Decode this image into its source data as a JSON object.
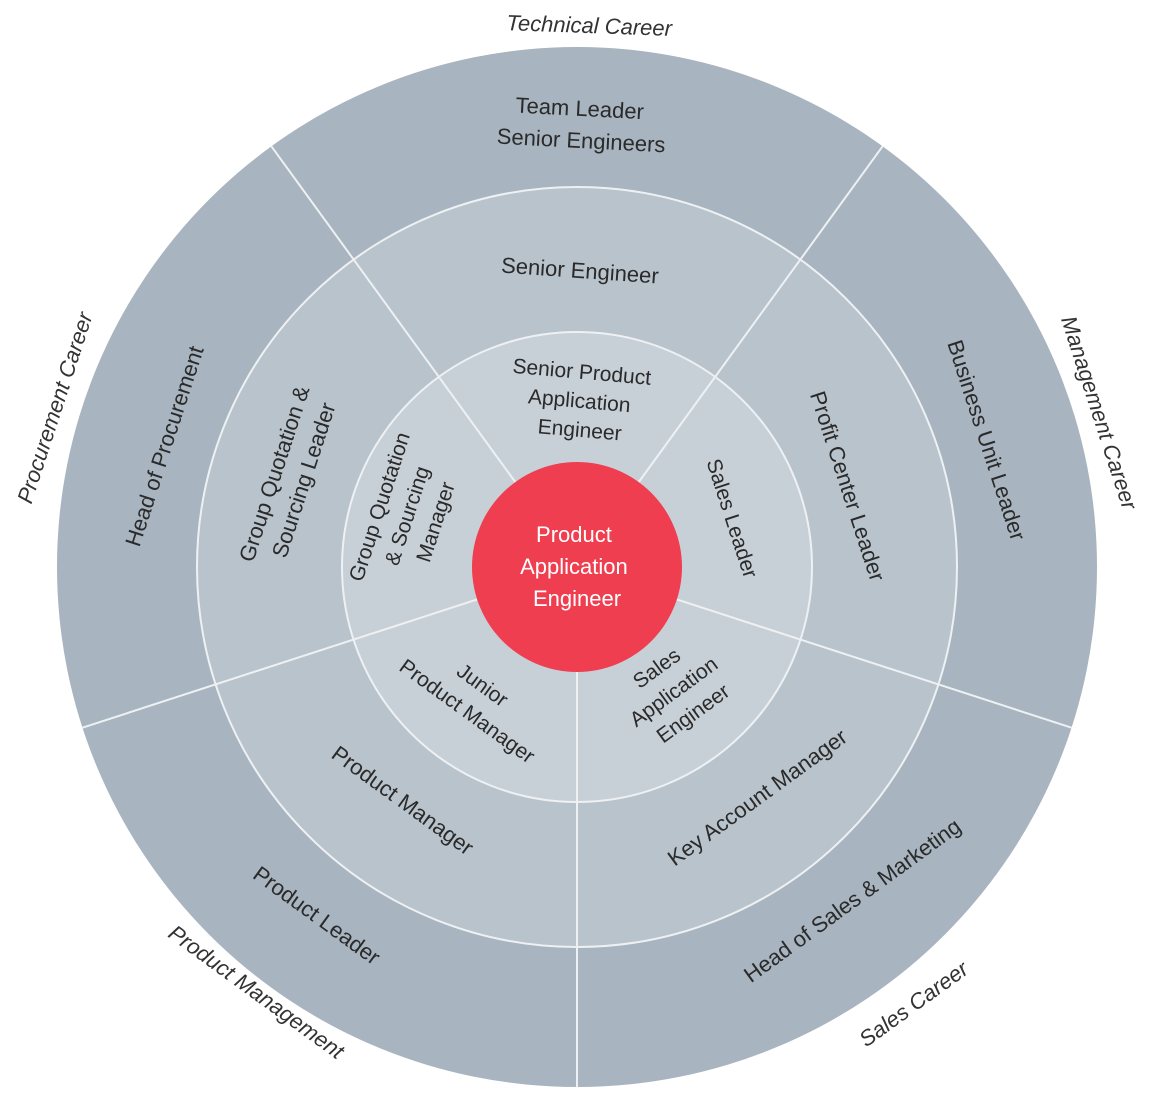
{
  "colors": {
    "outer_ring": "#a8b4bf",
    "middle_ring": "#b9c3cb",
    "inner_ring": "#c8d0d7",
    "divider": "#eef1f3",
    "center": "#ef3e50",
    "center_text": "#ffffff",
    "label_text": "#2a2a2a"
  },
  "center": {
    "lines": [
      "Product",
      "Application",
      "Engineer"
    ]
  },
  "sectors": [
    {
      "id": "technical",
      "career": "Technical Career",
      "inner": [
        "Senior Product",
        "Application",
        "Engineer"
      ],
      "middle": [
        "Senior Engineer"
      ],
      "outer": [
        "Team Leader",
        "Senior Engineers"
      ]
    },
    {
      "id": "management",
      "career": "Management Career",
      "inner": [
        "Sales Leader"
      ],
      "middle": [
        "Profit Center Leader"
      ],
      "outer": [
        "Business Unit Leader"
      ]
    },
    {
      "id": "sales",
      "career": "Sales Career",
      "inner": [
        "Sales",
        "Application",
        "Engineer"
      ],
      "middle": [
        "Key Account Manager"
      ],
      "outer": [
        "Head of Sales & Marketing"
      ]
    },
    {
      "id": "product",
      "career": "Product Management",
      "inner": [
        "Junior",
        "Product Manager"
      ],
      "middle": [
        "Product Manager"
      ],
      "outer": [
        "Product Leader"
      ]
    },
    {
      "id": "procurement",
      "career": "Procurement Career",
      "inner": [
        "Group Quotation",
        "& Sourcing",
        "Manager"
      ],
      "middle": [
        "Group Quotation &",
        "Sourcing Leader"
      ],
      "outer": [
        "Head of Procurement"
      ]
    }
  ]
}
